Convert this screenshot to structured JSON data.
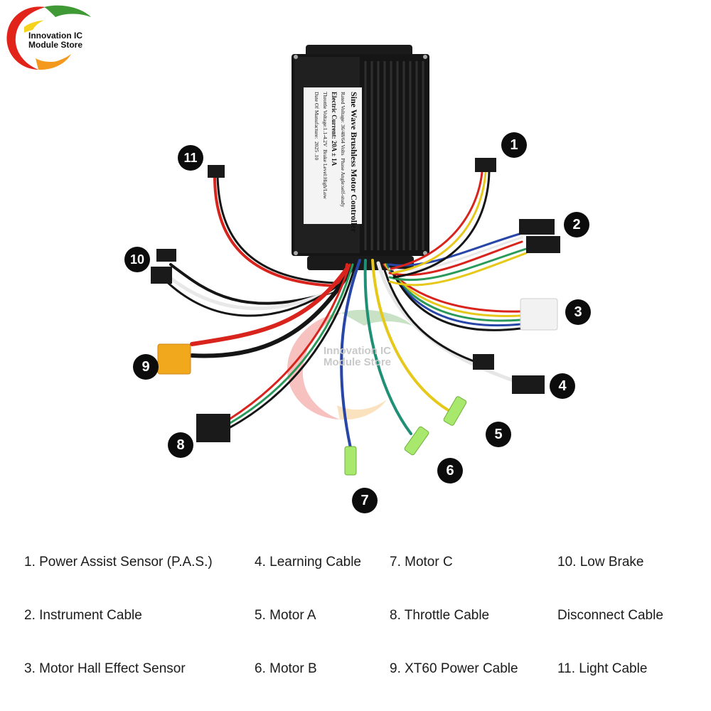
{
  "brand": {
    "name_line1": "Innovation IC",
    "name_line2": "Module Store",
    "colors": {
      "green": "#3f9a36",
      "red": "#e2231a",
      "orange": "#f39a1e",
      "yellow": "#f5d21c"
    }
  },
  "watermark": {
    "line1": "Innovation IC",
    "line2": "Module Store"
  },
  "controller_label": {
    "title": "Sine Wave Brushless Motor Controller",
    "rated_voltage": "Rated Voltage: 36/48/64 Volts",
    "phase_angle": "Phase Angle:self-study",
    "electric_current": "Electric Current: 20A ± 1A",
    "throttle_voltage": "Throttle Voltage:1.1-4.2V",
    "brake_level": "Brake Level:High/Low",
    "date_label": "Date Of Manufacture:",
    "date_value": "2025 .10"
  },
  "callouts": [
    "1",
    "2",
    "3",
    "4",
    "5",
    "6",
    "7",
    "8",
    "9",
    "10",
    "11"
  ],
  "legend": [
    "1. Power Assist Sensor (P.A.S.)",
    "2. Instrument Cable",
    "3. Motor Hall Effect Sensor",
    "4. Learning Cable",
    "5. Motor A",
    "6. Motor B",
    "7. Motor C",
    "8. Throttle Cable",
    "9. XT60 Power Cable",
    "10. Low Brake",
    "Disconnect Cable",
    "11. Light Cable"
  ]
}
